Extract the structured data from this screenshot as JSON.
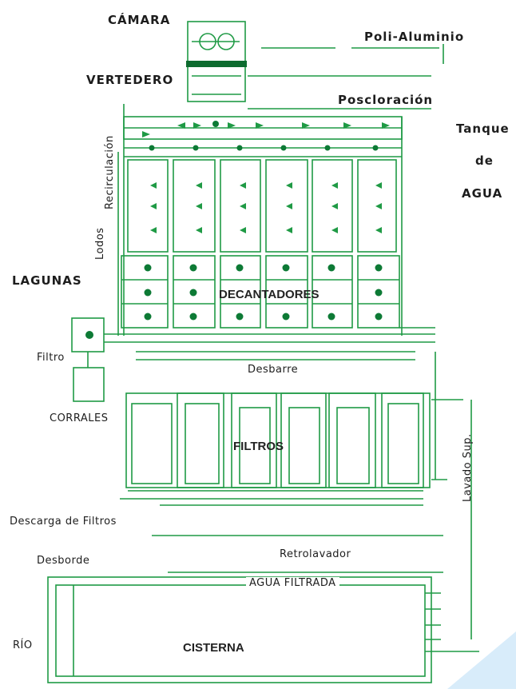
{
  "colors": {
    "line": "#1f9a45",
    "dark": "#0d6b2f",
    "text": "#1d1d1d",
    "corner": "#d8ecfa"
  },
  "labels": {
    "camara": "CÁMARA",
    "vertedero": "VERTEDERO",
    "poli_aluminio": "Poli-Aluminio",
    "poscloracion": "Poscloración",
    "tanque": "Tanque",
    "de": "de",
    "agua": "AGUA",
    "recirculacion": "Recirculación",
    "lodos": "Lodos",
    "lagunas": "LAGUNAS",
    "decantadores": "DECANTADORES",
    "filtro": "Filtro",
    "desbarre": "Desbarre",
    "corrales": "CORRALES",
    "filtros": "FILTROS",
    "lavado_sup": "Lavado Sup.",
    "descarga_filtros": "Descarga de Filtros",
    "desborde": "Desborde",
    "retrolavador": "Retrolavador",
    "agua_filtrada": "AGUA FILTRADA",
    "rio": "RÍO",
    "cisterna": "CISTERNA"
  }
}
